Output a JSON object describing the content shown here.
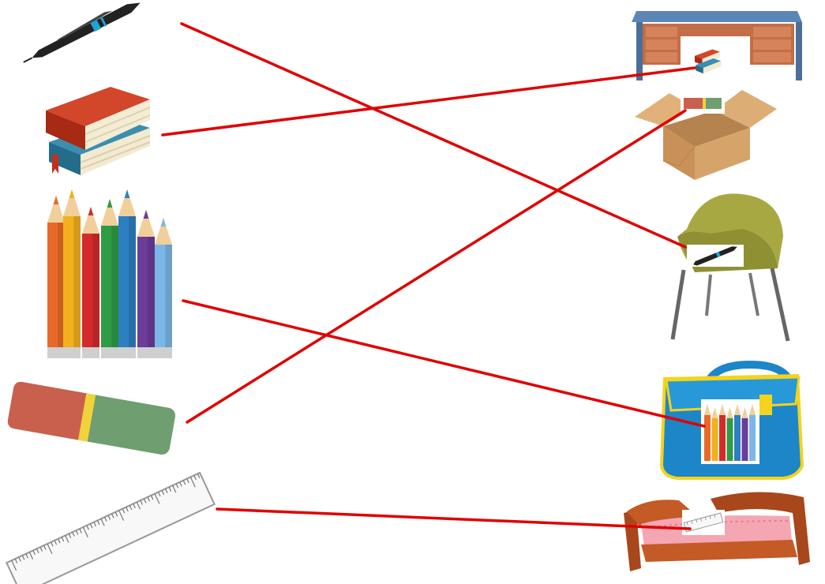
{
  "exercise": {
    "type": "matching",
    "left_items": [
      {
        "id": "pen",
        "icon": "pen-icon"
      },
      {
        "id": "books",
        "icon": "books-icon"
      },
      {
        "id": "pencils",
        "icon": "colored-pencils-icon"
      },
      {
        "id": "eraser",
        "icon": "eraser-icon"
      },
      {
        "id": "ruler",
        "icon": "ruler-icon"
      }
    ],
    "right_items": [
      {
        "id": "desk",
        "icon": "desk-icon",
        "contains": "books"
      },
      {
        "id": "box",
        "icon": "cardboard-box-icon",
        "contains": "eraser"
      },
      {
        "id": "chair",
        "icon": "chair-icon",
        "contains": "pen"
      },
      {
        "id": "schoolbag",
        "icon": "schoolbag-icon",
        "contains": "pencils"
      },
      {
        "id": "bed",
        "icon": "bed-icon",
        "contains": "ruler"
      }
    ],
    "connections": [
      {
        "from": "pen",
        "to": "chair"
      },
      {
        "from": "books",
        "to": "desk"
      },
      {
        "from": "pencils",
        "to": "schoolbag"
      },
      {
        "from": "eraser",
        "to": "box"
      },
      {
        "from": "ruler",
        "to": "bed"
      }
    ],
    "colors": {
      "line": "#e00000",
      "pen_body": "#222222",
      "pen_accent": "#1fa3d8",
      "book_red": "#c0301c",
      "book_blue": "#3a8fb0",
      "eraser_red": "#c9604e",
      "eraser_green": "#6f9e70",
      "eraser_band": "#f2d23a",
      "chair": "#a8a842",
      "bag_blue": "#1d86c8",
      "bag_yellow": "#f4d31c",
      "desk_top": "#5b86b8",
      "desk_drawer": "#d6825a",
      "box": "#d6a46b",
      "bed_wood": "#a8471c",
      "bed_blanket": "#f4a6b3"
    }
  }
}
